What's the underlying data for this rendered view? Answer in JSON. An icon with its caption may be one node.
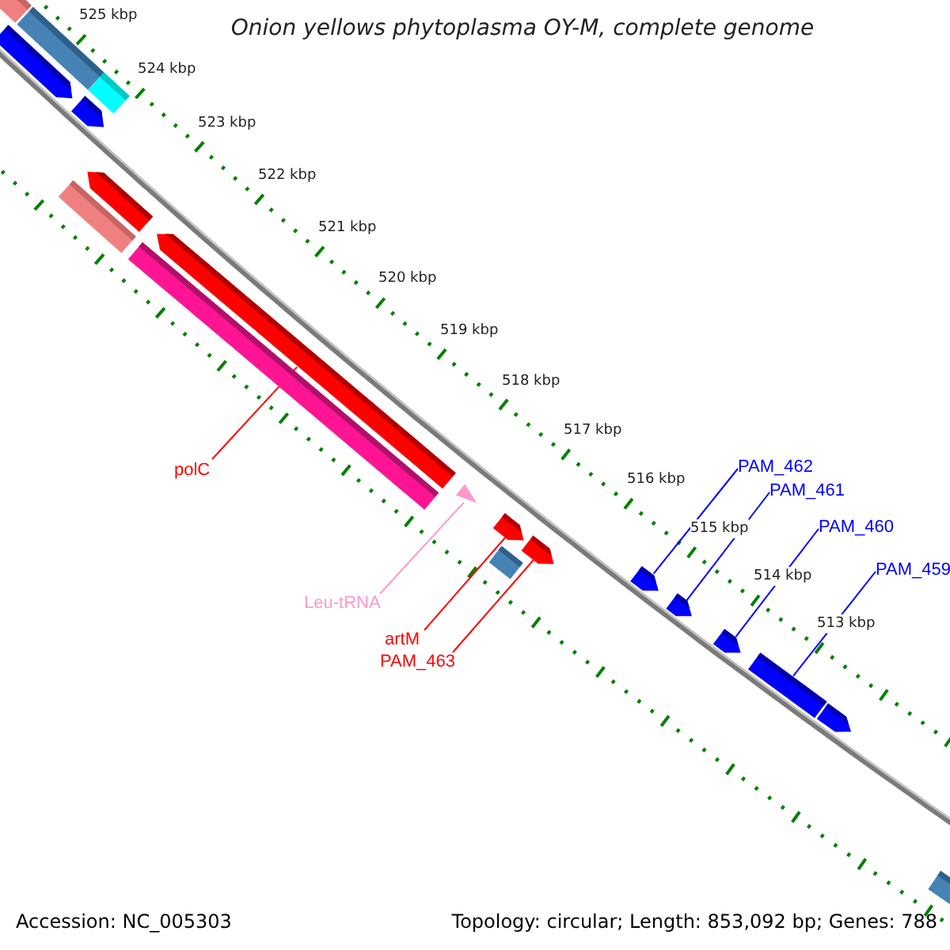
{
  "diagram": {
    "title": "Onion yellows phytoplasma OY-M, complete genome",
    "nodes": [
      {
        "text": [
          "polC"
        ]
      },
      {
        "text": [],
        "shape": "arrow"
      },
      {
        "text": [
          "Leu-tRNA"
        ]
      },
      {
        "text": [],
        "shape": "triangle"
      },
      {
        "text": [
          "artM"
        ]
      },
      {
        "text": [],
        "shape": "arrow"
      },
      {
        "text": [
          "PAM_463"
        ]
      },
      {
        "text": [],
        "shape": "arrow"
      },
      {
        "text": [
          "PAM_462"
        ]
      },
      {
        "text": [],
        "shape": "arrow"
      },
      {
        "text": [
          "PAM_461"
        ]
      },
      {
        "text": [],
        "shape": "arrow"
      },
      {
        "text": [
          "PAM_460"
        ]
      },
      {
        "text": [],
        "shape": "arrow"
      },
      {
        "text": [
          "PAM_459"
        ]
      },
      {
        "text": [],
        "shape": "bar"
      },
      {
        "text": [],
        "shape": "bar"
      },
      {
        "text": [],
        "shape": "bar"
      },
      {
        "text": [],
        "shape": "bar"
      },
      {
        "text": [],
        "shape": "arrow"
      },
      {
        "text": [],
        "shape": "arrow"
      },
      {
        "text": [],
        "shape": "arrow"
      },
      {
        "text": [],
        "shape": "bar"
      },
      {
        "text": [],
        "shape": "bar"
      },
      {
        "text": [],
        "shape": "bar"
      },
      {
        "text": [],
        "shape": "arrow"
      },
      {
        "text": [],
        "shape": "bar"
      }
    ],
    "edges": [
      {
        "from": 0,
        "to": 1,
        "arrow": "none",
        "color": "#ff0000"
      },
      {
        "from": 2,
        "to": 3,
        "arrow": "none",
        "color": "#ff99cc"
      },
      {
        "from": 4,
        "to": 5,
        "arrow": "none",
        "color": "#ff0000"
      },
      {
        "from": 6,
        "to": 7,
        "arrow": "none",
        "color": "#ff0000"
      },
      {
        "from": 8,
        "to": 9,
        "arrow": "none",
        "color": "#0000ff"
      },
      {
        "from": 10,
        "to": 11,
        "arrow": "none",
        "color": "#0000ff"
      },
      {
        "from": 12,
        "to": 13,
        "arrow": "none",
        "color": "#0000ff"
      },
      {
        "from": 14,
        "to": 15,
        "arrow": "none",
        "color": "#0000ff"
      }
    ],
    "labels": [
      "525 kbp",
      "524 kbp",
      "523 kbp",
      "522 kbp",
      "521 kbp",
      "520 kbp",
      "519 kbp",
      "518 kbp",
      "517 kbp",
      "516 kbp",
      "515 kbp",
      "514 kbp",
      "513 kbp",
      "Accession: NC_005303",
      "Topology: circular; Length: 853,092 bp; Genes: 788"
    ]
  }
}
